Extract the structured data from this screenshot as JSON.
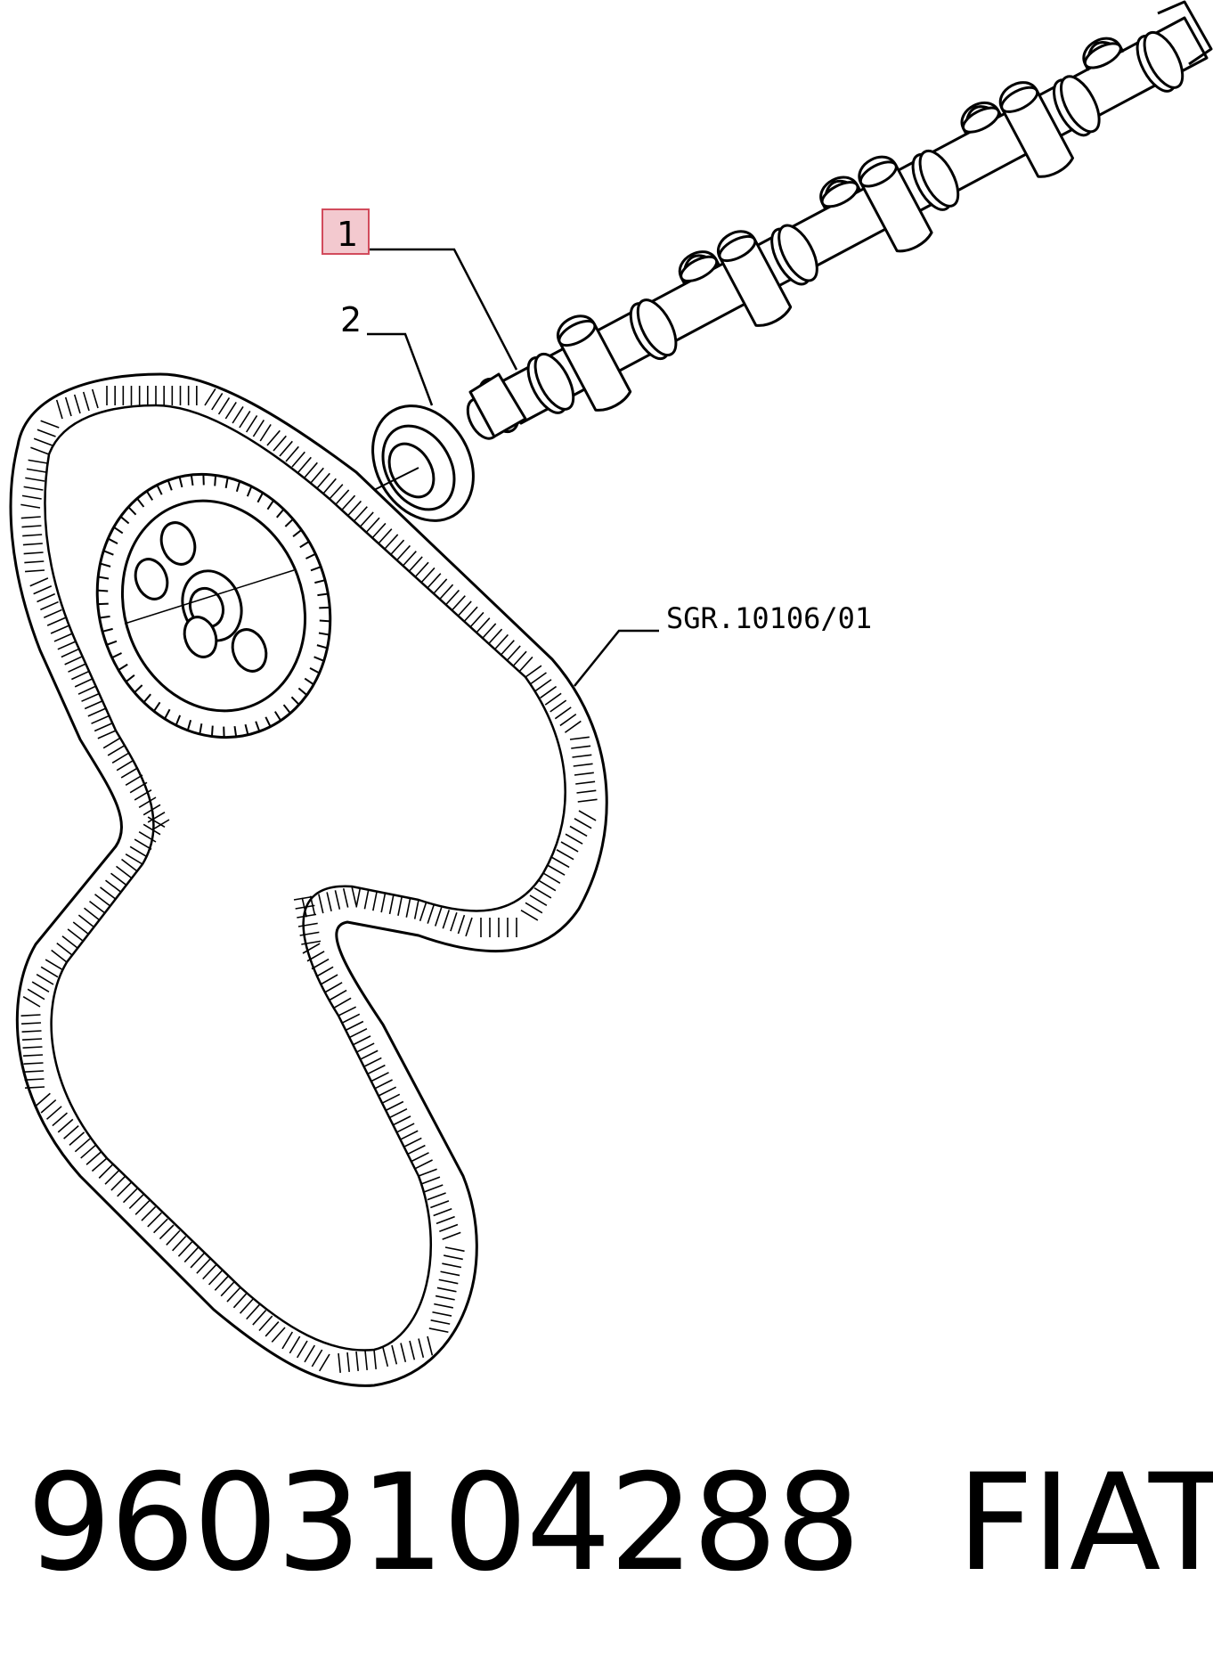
{
  "callouts": {
    "item_1": "1",
    "item_2": "2",
    "assembly_ref": "SGR.10106/01"
  },
  "caption": {
    "part_number": "9603104288",
    "brand": "FIAT"
  },
  "colors": {
    "line": "#000000",
    "highlight_fill": "#f3c9cf",
    "highlight_stroke": "#d24b5c"
  },
  "parts": [
    "camshaft",
    "oil-seal",
    "timing-belt",
    "timing-pulley"
  ]
}
